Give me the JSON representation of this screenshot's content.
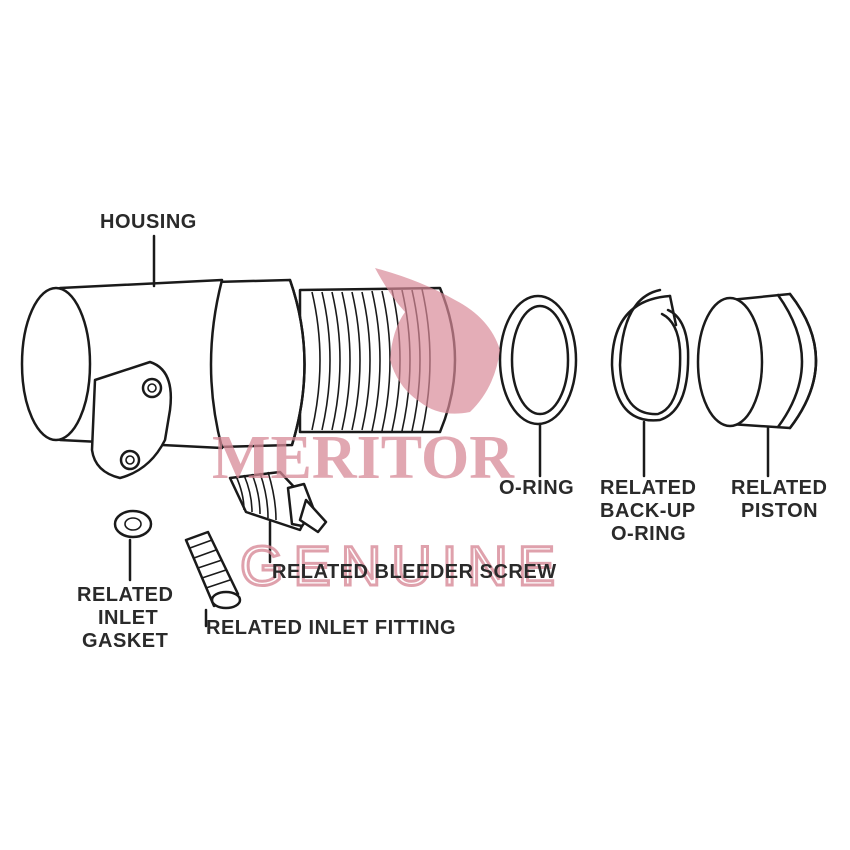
{
  "labels": {
    "housing": "HOUSING",
    "o_ring": "O-RING",
    "backup_1": "RELATED",
    "backup_2": "BACK-UP",
    "backup_3": "O-RING",
    "piston_1": "RELATED",
    "piston_2": "PISTON",
    "gasket_1": "RELATED",
    "gasket_2": "INLET",
    "gasket_3": "GASKET",
    "inlet_fitting": "RELATED INLET FITTING",
    "bleeder_screw": "RELATED BLEEDER SCREW"
  },
  "watermark": {
    "brand": "MERITOR",
    "tagline": "GENUINE",
    "color": "#d88a98"
  }
}
